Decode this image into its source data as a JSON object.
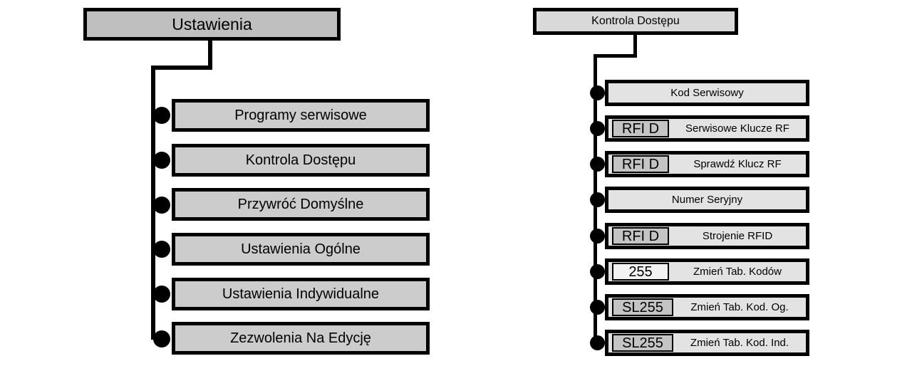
{
  "diagram": {
    "type": "menu-tree",
    "language": "pl",
    "colors": {
      "line": "#000000",
      "left_title_fill": "#bfbfbf",
      "left_item_fill": "#cccccc",
      "right_title_fill": "#d9d9d9",
      "right_item_fill": "#e3e3e3",
      "badge_dark_fill": "#c4c4c4",
      "badge_light_fill": "#f2f2f2"
    }
  },
  "left_tree": {
    "title": "Ustawienia",
    "items": [
      {
        "label": "Programy serwisowe"
      },
      {
        "label": "Kontrola Dostępu"
      },
      {
        "label": "Przywróć Domyślne"
      },
      {
        "label": "Ustawienia Ogólne"
      },
      {
        "label": "Ustawienia Indywidualne"
      },
      {
        "label": "Zezwolenia Na Edycję"
      }
    ]
  },
  "right_tree": {
    "title": "Kontrola Dostępu",
    "items": [
      {
        "badge": "",
        "badge_type": "none",
        "label": "Kod Serwisowy"
      },
      {
        "badge": "RFI D",
        "badge_type": "rfid",
        "label": "Serwisowe Klucze RF"
      },
      {
        "badge": "RFI D",
        "badge_type": "rfid",
        "label": "Sprawdź Klucz RF"
      },
      {
        "badge": "",
        "badge_type": "none",
        "label": "Numer Seryjny"
      },
      {
        "badge": "RFI D",
        "badge_type": "rfid",
        "label": "Strojenie RFID"
      },
      {
        "badge": "255",
        "badge_type": "num",
        "label": "Zmień Tab. Kodów"
      },
      {
        "badge": "SL255",
        "badge_type": "sl",
        "label": "Zmień Tab. Kod. Og."
      },
      {
        "badge": "SL255",
        "badge_type": "sl",
        "label": "Zmień Tab. Kod. Ind."
      }
    ]
  }
}
